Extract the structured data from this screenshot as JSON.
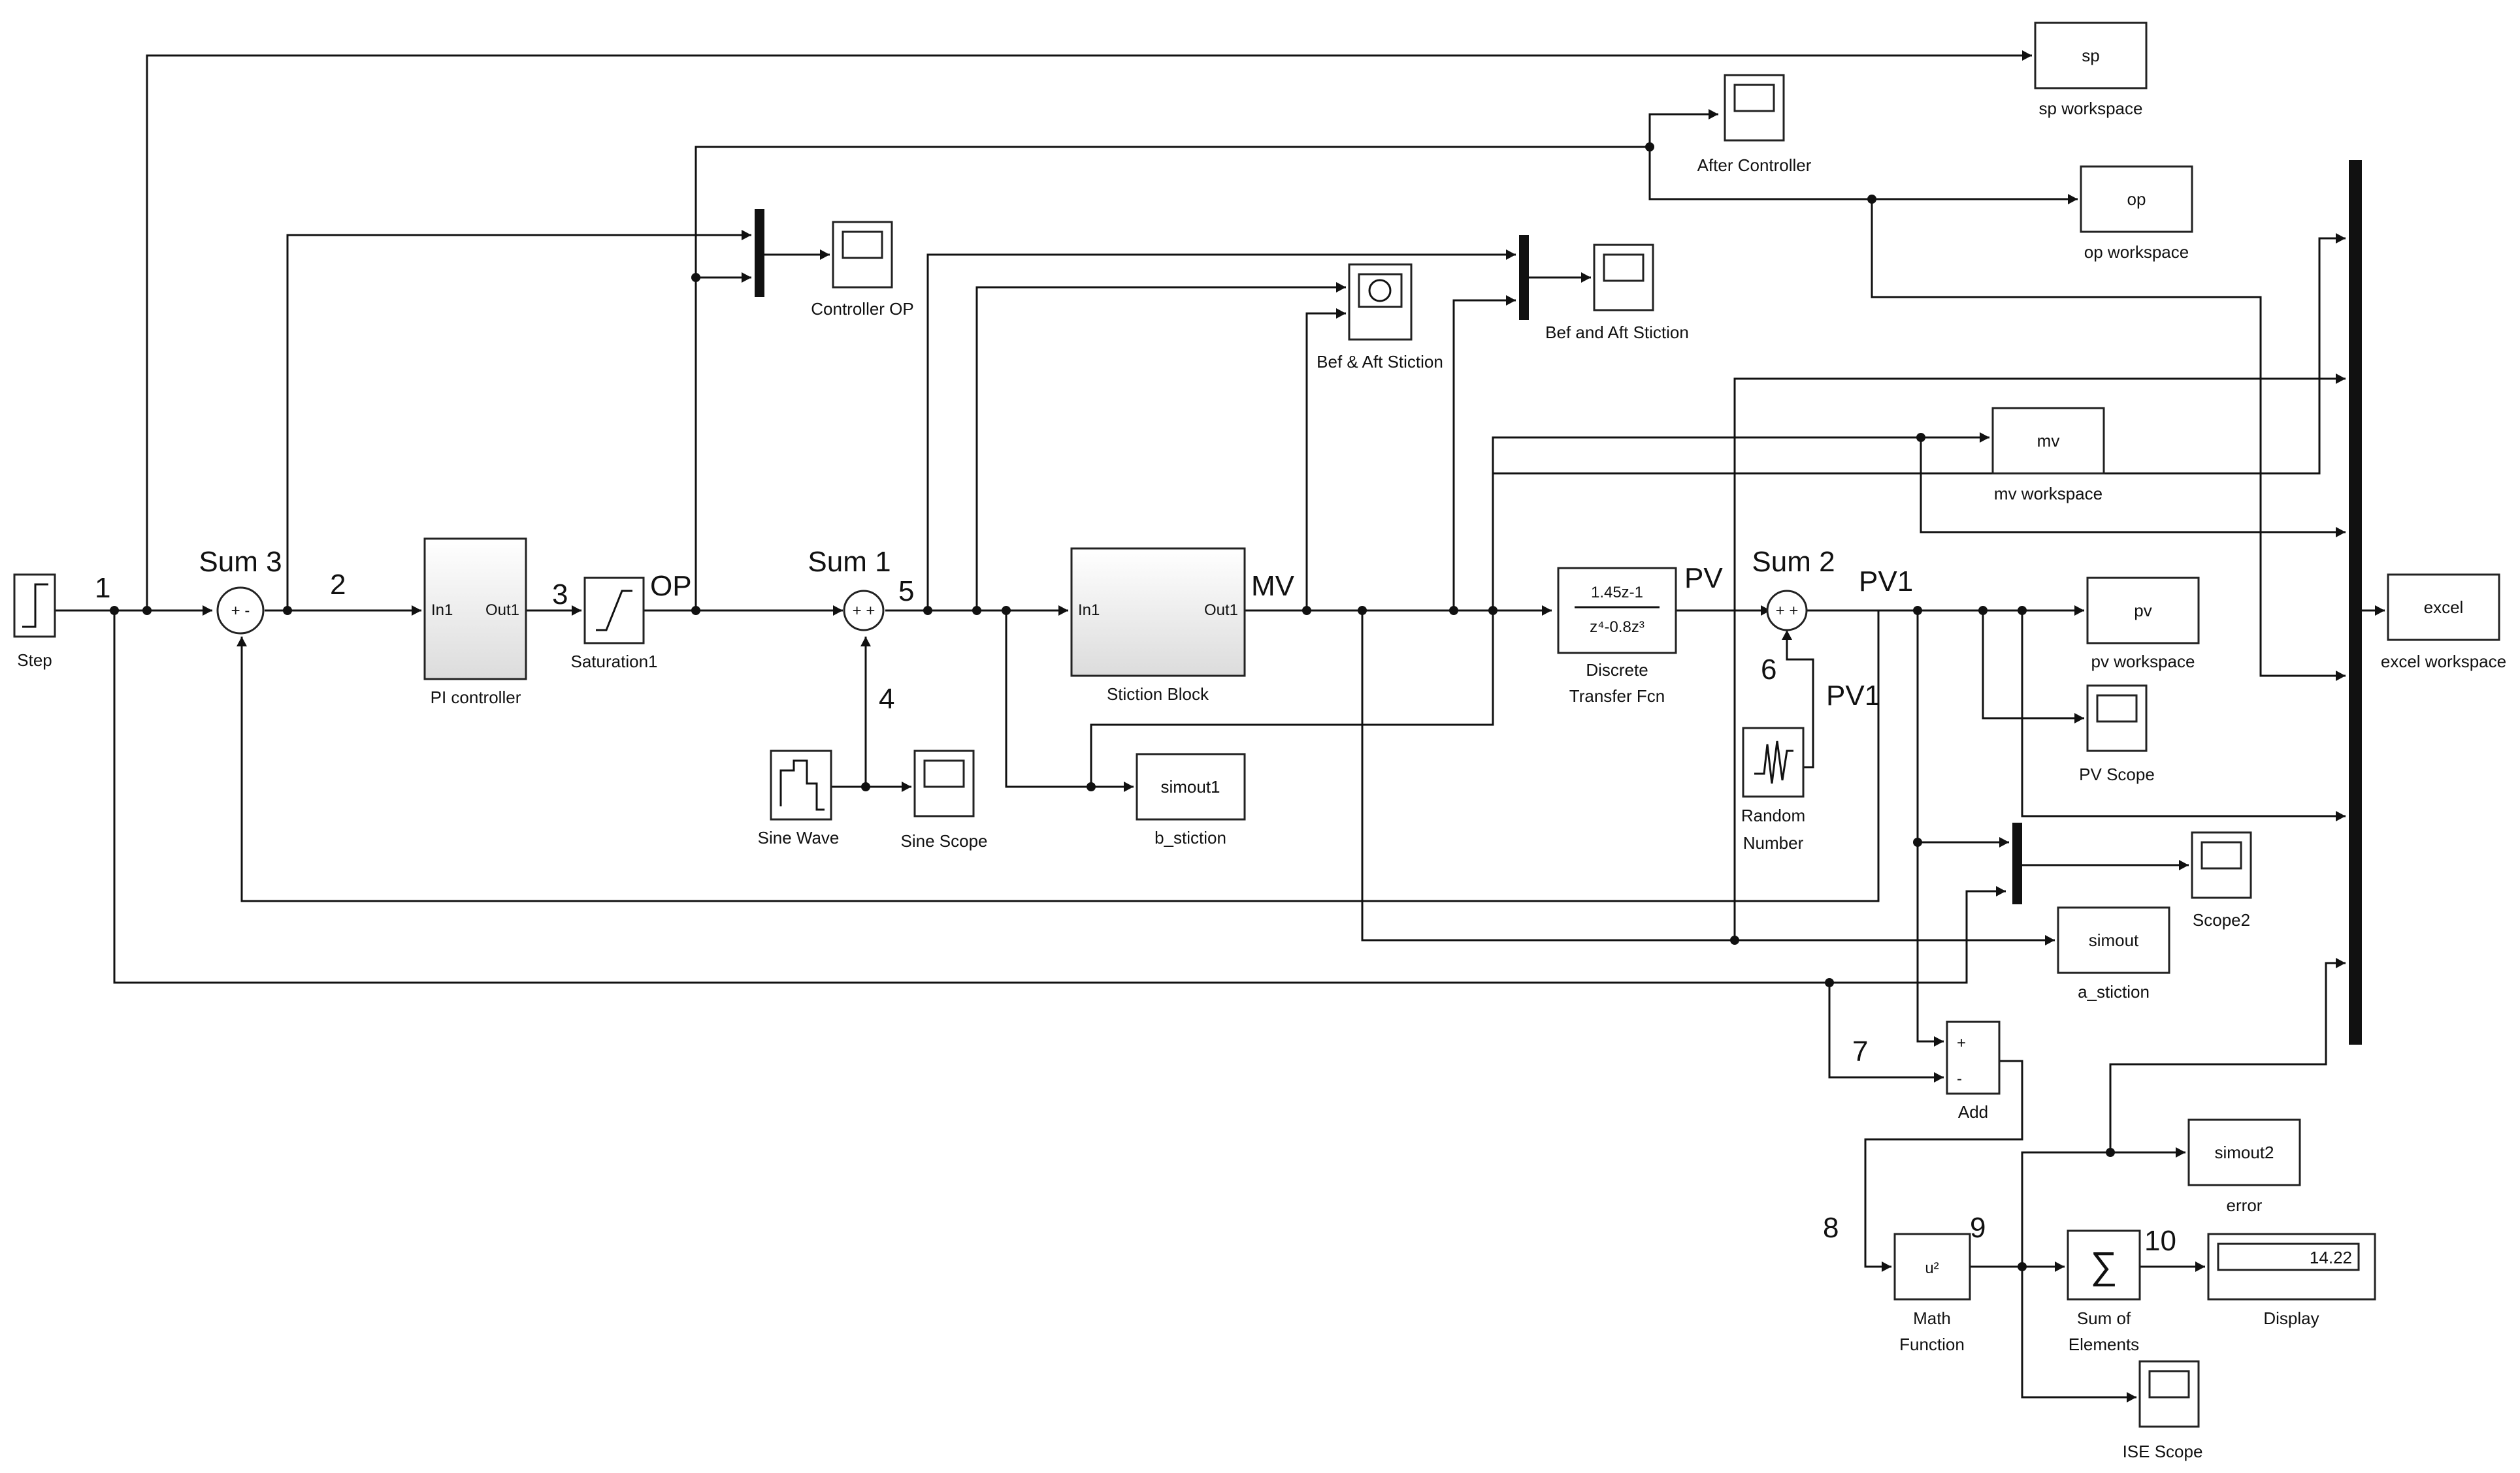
{
  "blocks": {
    "step": "Step",
    "pi_controller": "PI controller",
    "pi_in": "In1",
    "pi_out": "Out1",
    "saturation": "Saturation1",
    "sine_wave": "Sine Wave",
    "sine_scope": "Sine Scope",
    "controller_op": "Controller OP",
    "stiction_block": "Stiction Block",
    "stiction_in": "In1",
    "stiction_out": "Out1",
    "bef_aft_stiction_scope": "Bef & Aft Stiction",
    "bef_and_aft_stiction": "Bef and Aft Stiction",
    "after_controller": "After Controller",
    "simout1": "simout1",
    "b_stiction": "b_stiction",
    "tf_num": "1.45z-1",
    "tf_den": "z⁴-0.8z³",
    "tf_name1": "Discrete",
    "tf_name2": "Transfer Fcn",
    "random1": "Random",
    "random2": "Number",
    "sp": "sp",
    "sp_ws": "sp workspace",
    "op": "op",
    "op_ws": "op workspace",
    "mv": "mv",
    "mv_ws": "mv workspace",
    "pv": "pv",
    "pv_ws": "pv workspace",
    "pv_scope": "PV Scope",
    "scope2": "Scope2",
    "simout": "simout",
    "a_stiction": "a_stiction",
    "excel": "excel",
    "excel_ws": "excel workspace",
    "add": "Add",
    "add_plus": "+",
    "add_minus": "-",
    "math_fn": "u²",
    "math1": "Math",
    "math2": "Function",
    "sum_elem": "∑",
    "sum_elem1": "Sum of",
    "sum_elem2": "Elements",
    "display": "Display",
    "display_value": "14.22",
    "simout2": "simout2",
    "error": "error",
    "ise_scope": "ISE Scope"
  },
  "sums": {
    "sum1": "Sum 1",
    "sum2": "Sum 2",
    "sum3": "Sum 3",
    "sum3_sign": "+ -",
    "sum1_sign": "+ +",
    "sum2_sign": "+ +"
  },
  "signals": {
    "n1": "1",
    "n2": "2",
    "n3": "3",
    "n4": "4",
    "n5": "5",
    "n6": "6",
    "n7": "7",
    "n8": "8",
    "n9": "9",
    "n10": "10",
    "op": "OP",
    "mv": "MV",
    "pv": "PV",
    "pv1_a": "PV1",
    "pv1_b": "PV1"
  }
}
